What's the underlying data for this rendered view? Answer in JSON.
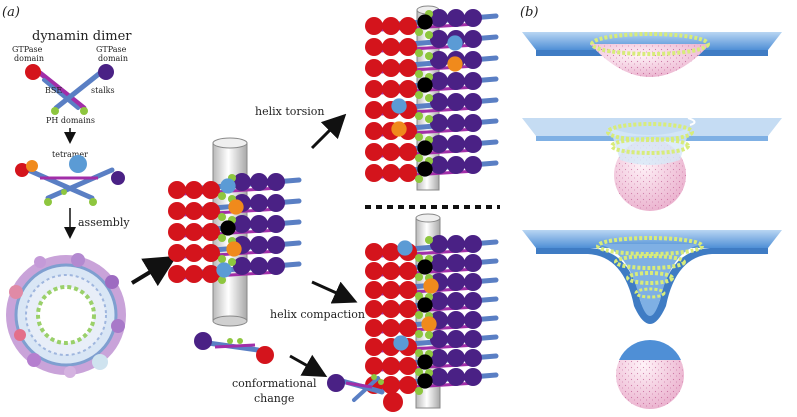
{
  "panels": {
    "a": "(a)",
    "b": "(b)"
  },
  "labels": {
    "dimer_title": "dynamin dimer",
    "gtpase_left": [
      "GTPase",
      "domain"
    ],
    "gtpase_right": [
      "GTPase",
      "domain"
    ],
    "bse": "BSE",
    "stalks": "stalks",
    "ph": "PH domains",
    "tetramer": "tetramer",
    "assembly": "assembly",
    "torsion": "helix torsion",
    "compaction": "helix compaction",
    "conformational": [
      "conformational",
      "change"
    ]
  },
  "colors": {
    "gtpase_red": "#d4141c",
    "gtpase_purple": "#4a2185",
    "bse_magenta": "#a12ea8",
    "stalk_blue": "#5a7fc4",
    "ph_green": "#8ec63f",
    "accent_orange": "#f08a1c",
    "accent_blue": "#5b9bd5",
    "membrane_blue": "#4f8fd6",
    "bead_green": "#d8ec7a",
    "vesicle_pink": "#f3c9de"
  }
}
